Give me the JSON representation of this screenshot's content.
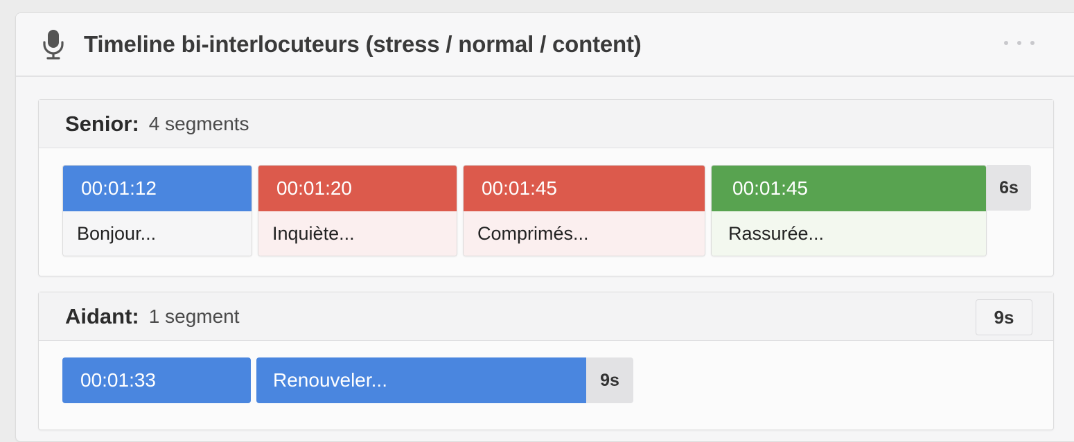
{
  "header": {
    "title": "Timeline bi-interlocuteurs (stress / normal / content)",
    "icon": "microphone-icon",
    "menu_icon": "more-horizontal-icon"
  },
  "colors": {
    "normal": "#4a86df",
    "stress": "#dc5a4c",
    "content": "#58a350",
    "stress_bg": "#fbefef",
    "content_bg": "#f3f8ef",
    "normal_bg": "#f6f6f7"
  },
  "senior": {
    "name": "Senior:",
    "count": "4 segments",
    "end_duration": "6s",
    "segments": [
      {
        "time": "00:01:12",
        "text": "Bonjour...",
        "mood": "normal"
      },
      {
        "time": "00:01:20",
        "text": "Inquiète...",
        "mood": "stress"
      },
      {
        "time": "00:01:45",
        "text": "Comprimés...",
        "mood": "stress"
      },
      {
        "time": "00:01:45",
        "text": "Rassurée...",
        "mood": "content"
      }
    ]
  },
  "aidant": {
    "name": "Aidant:",
    "count": "1 segment",
    "duration_badge": "9s",
    "end_duration": "9s",
    "segments": [
      {
        "time": "00:01:33",
        "text": "Renouveler...",
        "mood": "normal"
      }
    ]
  }
}
